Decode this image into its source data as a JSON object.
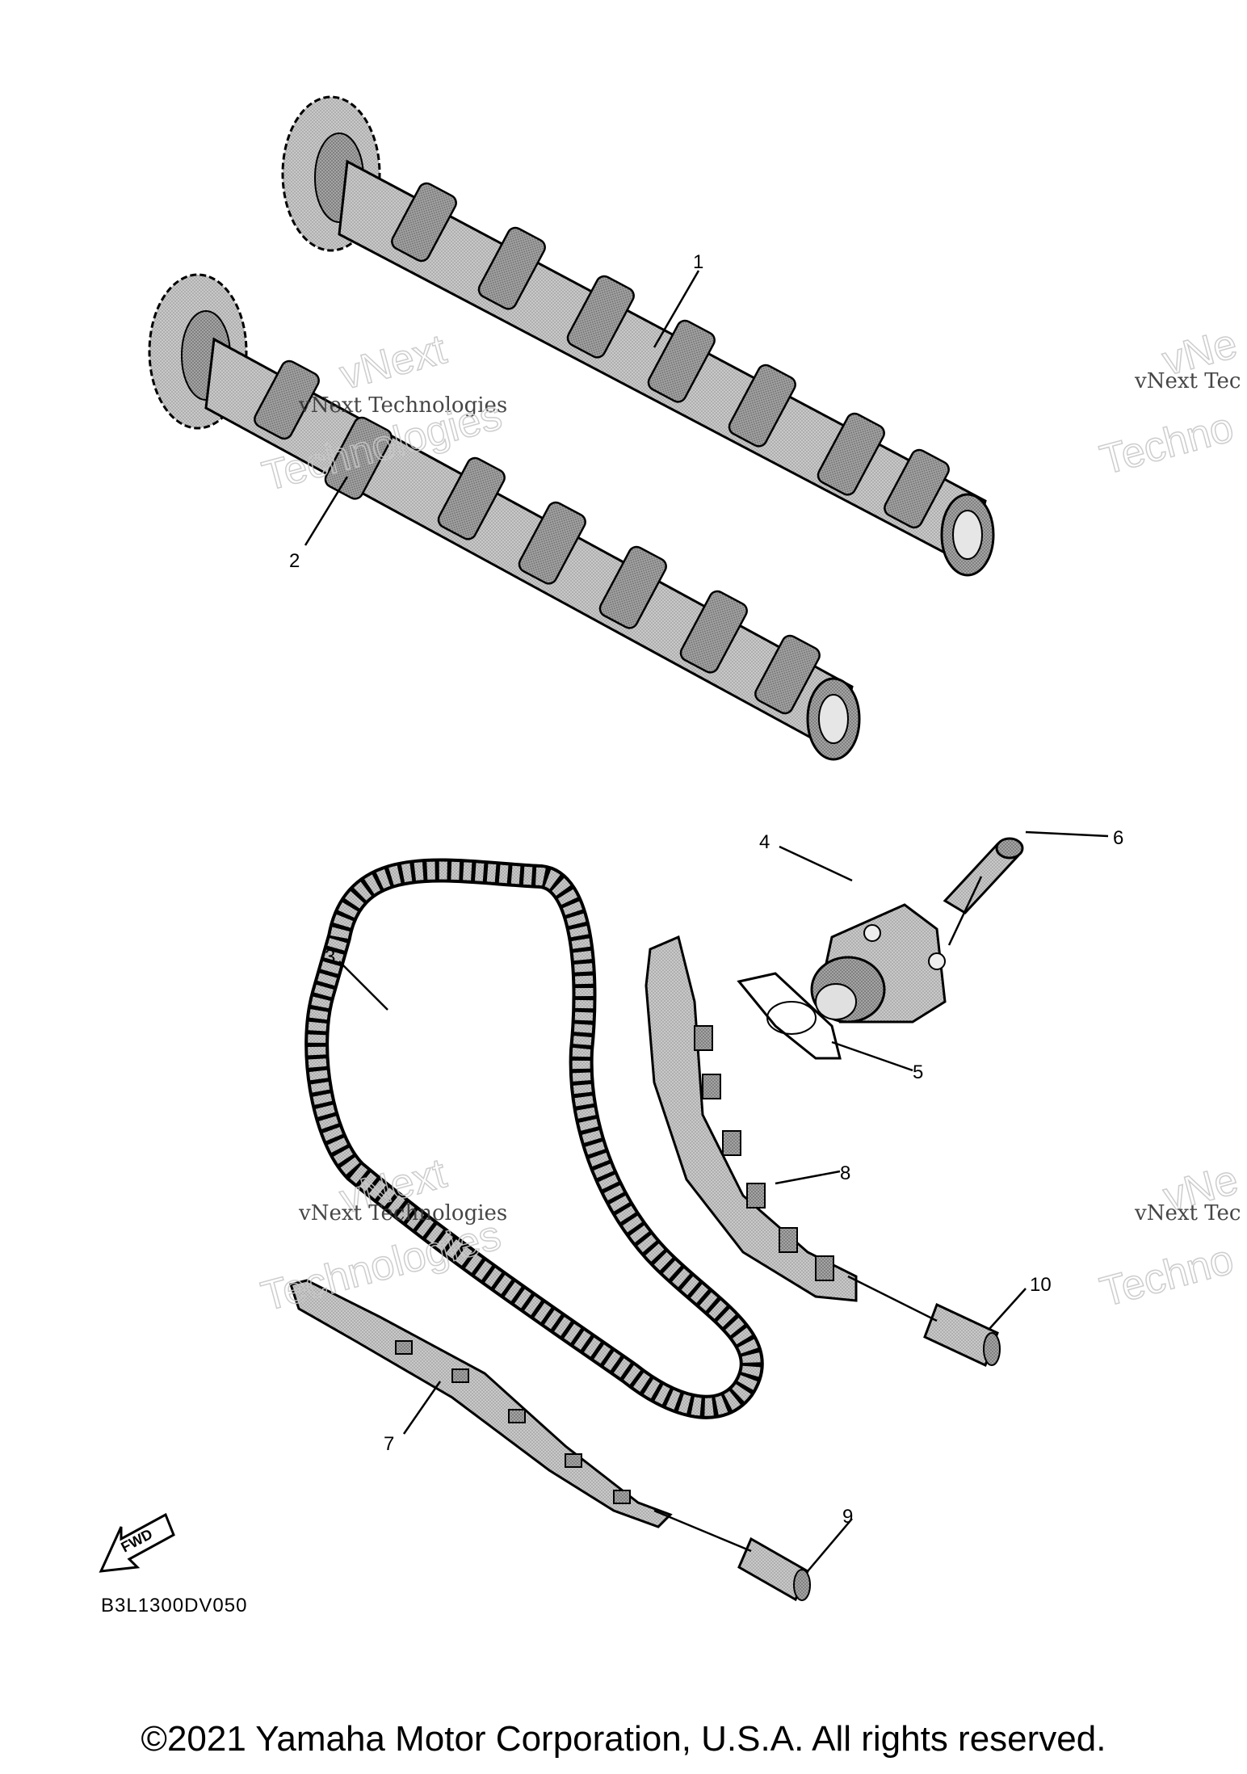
{
  "callouts": [
    "1",
    "2",
    "3",
    "4",
    "5",
    "6",
    "7",
    "8",
    "9",
    "10"
  ],
  "fwd_label": "FWD",
  "ref_code": "B3L1300DV050",
  "copyright": "©2021 Yamaha Motor Corporation, U.S.A. All rights reserved.",
  "watermark": {
    "line1": "vNext",
    "line2": "vNext Technologies",
    "line3": "Technologies",
    "right_line2": "vNext Tec",
    "right_line1": "vNe",
    "right_line3": "Techno"
  },
  "colors": {
    "part_fill": "#bdbdbd",
    "part_shade": "#8a8a8a",
    "line": "#000000"
  }
}
